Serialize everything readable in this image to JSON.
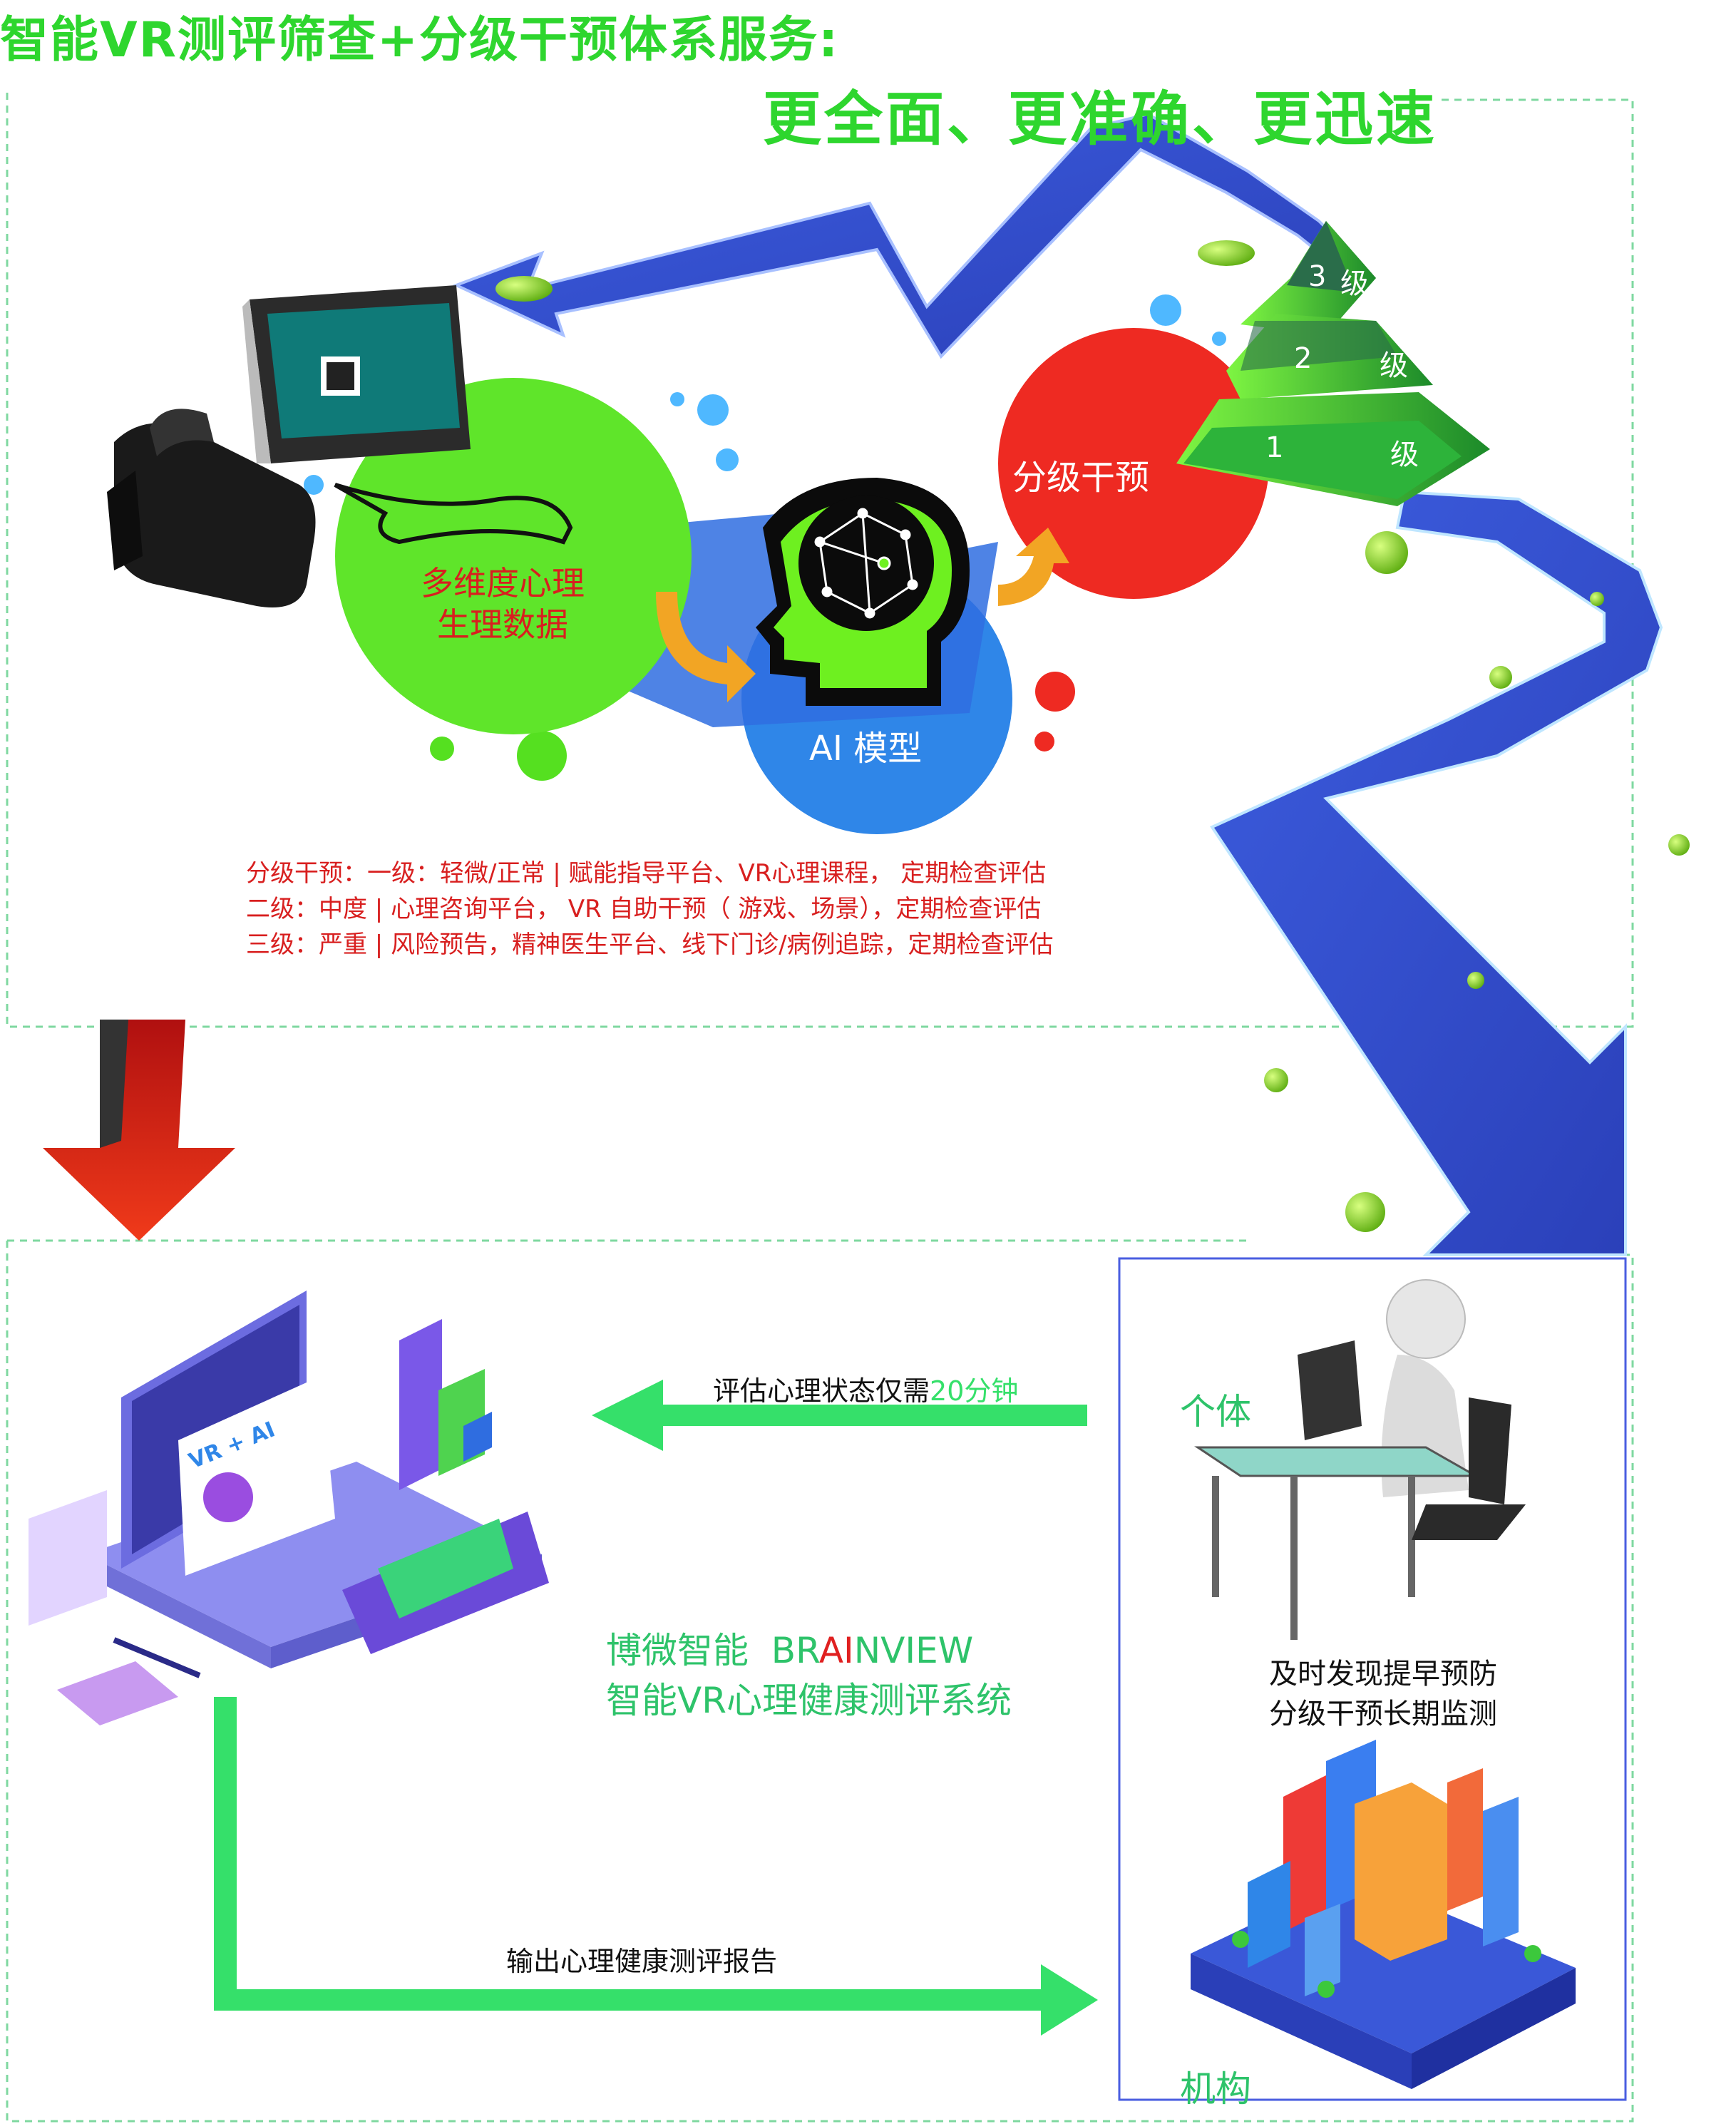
{
  "header": {
    "title": "智能VR测评筛查+分级干预体系服务:",
    "slogan": "更全面、更准确、更迅速"
  },
  "cycle": {
    "data_label_line1": "多维度心理",
    "data_label_line2": "生理数据",
    "ai_label": "AI 模型",
    "intervention_label": "分级干预"
  },
  "pyramid": {
    "levels": [
      {
        "number": "3",
        "suffix": "级"
      },
      {
        "number": "2",
        "suffix": "级"
      },
      {
        "number": "1",
        "suffix": "级"
      }
    ]
  },
  "notes": [
    "分级干预：一级：轻微/正常 | 赋能指导平台、VR心理课程， 定期检查评估",
    "二级：中度 | 心理咨询平台， VR 自助干预（ 游戏、场景），定期检查评估",
    "三级：严重 | 风险预告，精神医生平台、线下门诊/病例追踪，定期检查评估"
  ],
  "flow": {
    "eval_prefix": "评估心理状态仅需",
    "eval_highlight": "20分钟",
    "output_label": "输出心理健康测评报告",
    "individual": "个体",
    "organization": "机构",
    "detect_line1": "及时发现提早预防",
    "detect_line2": "分级干预长期监测"
  },
  "brand": {
    "company": "博微智能",
    "brand_pre": "BR",
    "brand_ai": "AI",
    "brand_post": "NVIEW",
    "system_name": "智能VR心理健康测评系统"
  },
  "illustration_texts": {
    "laptop_screen": "VR + AI"
  },
  "colors": {
    "green": "#2ed62e",
    "blue": "#2f86e8",
    "red": "#e8231f",
    "flow_green": "#35e06a",
    "ribbon_blue": "#3a58d8"
  }
}
